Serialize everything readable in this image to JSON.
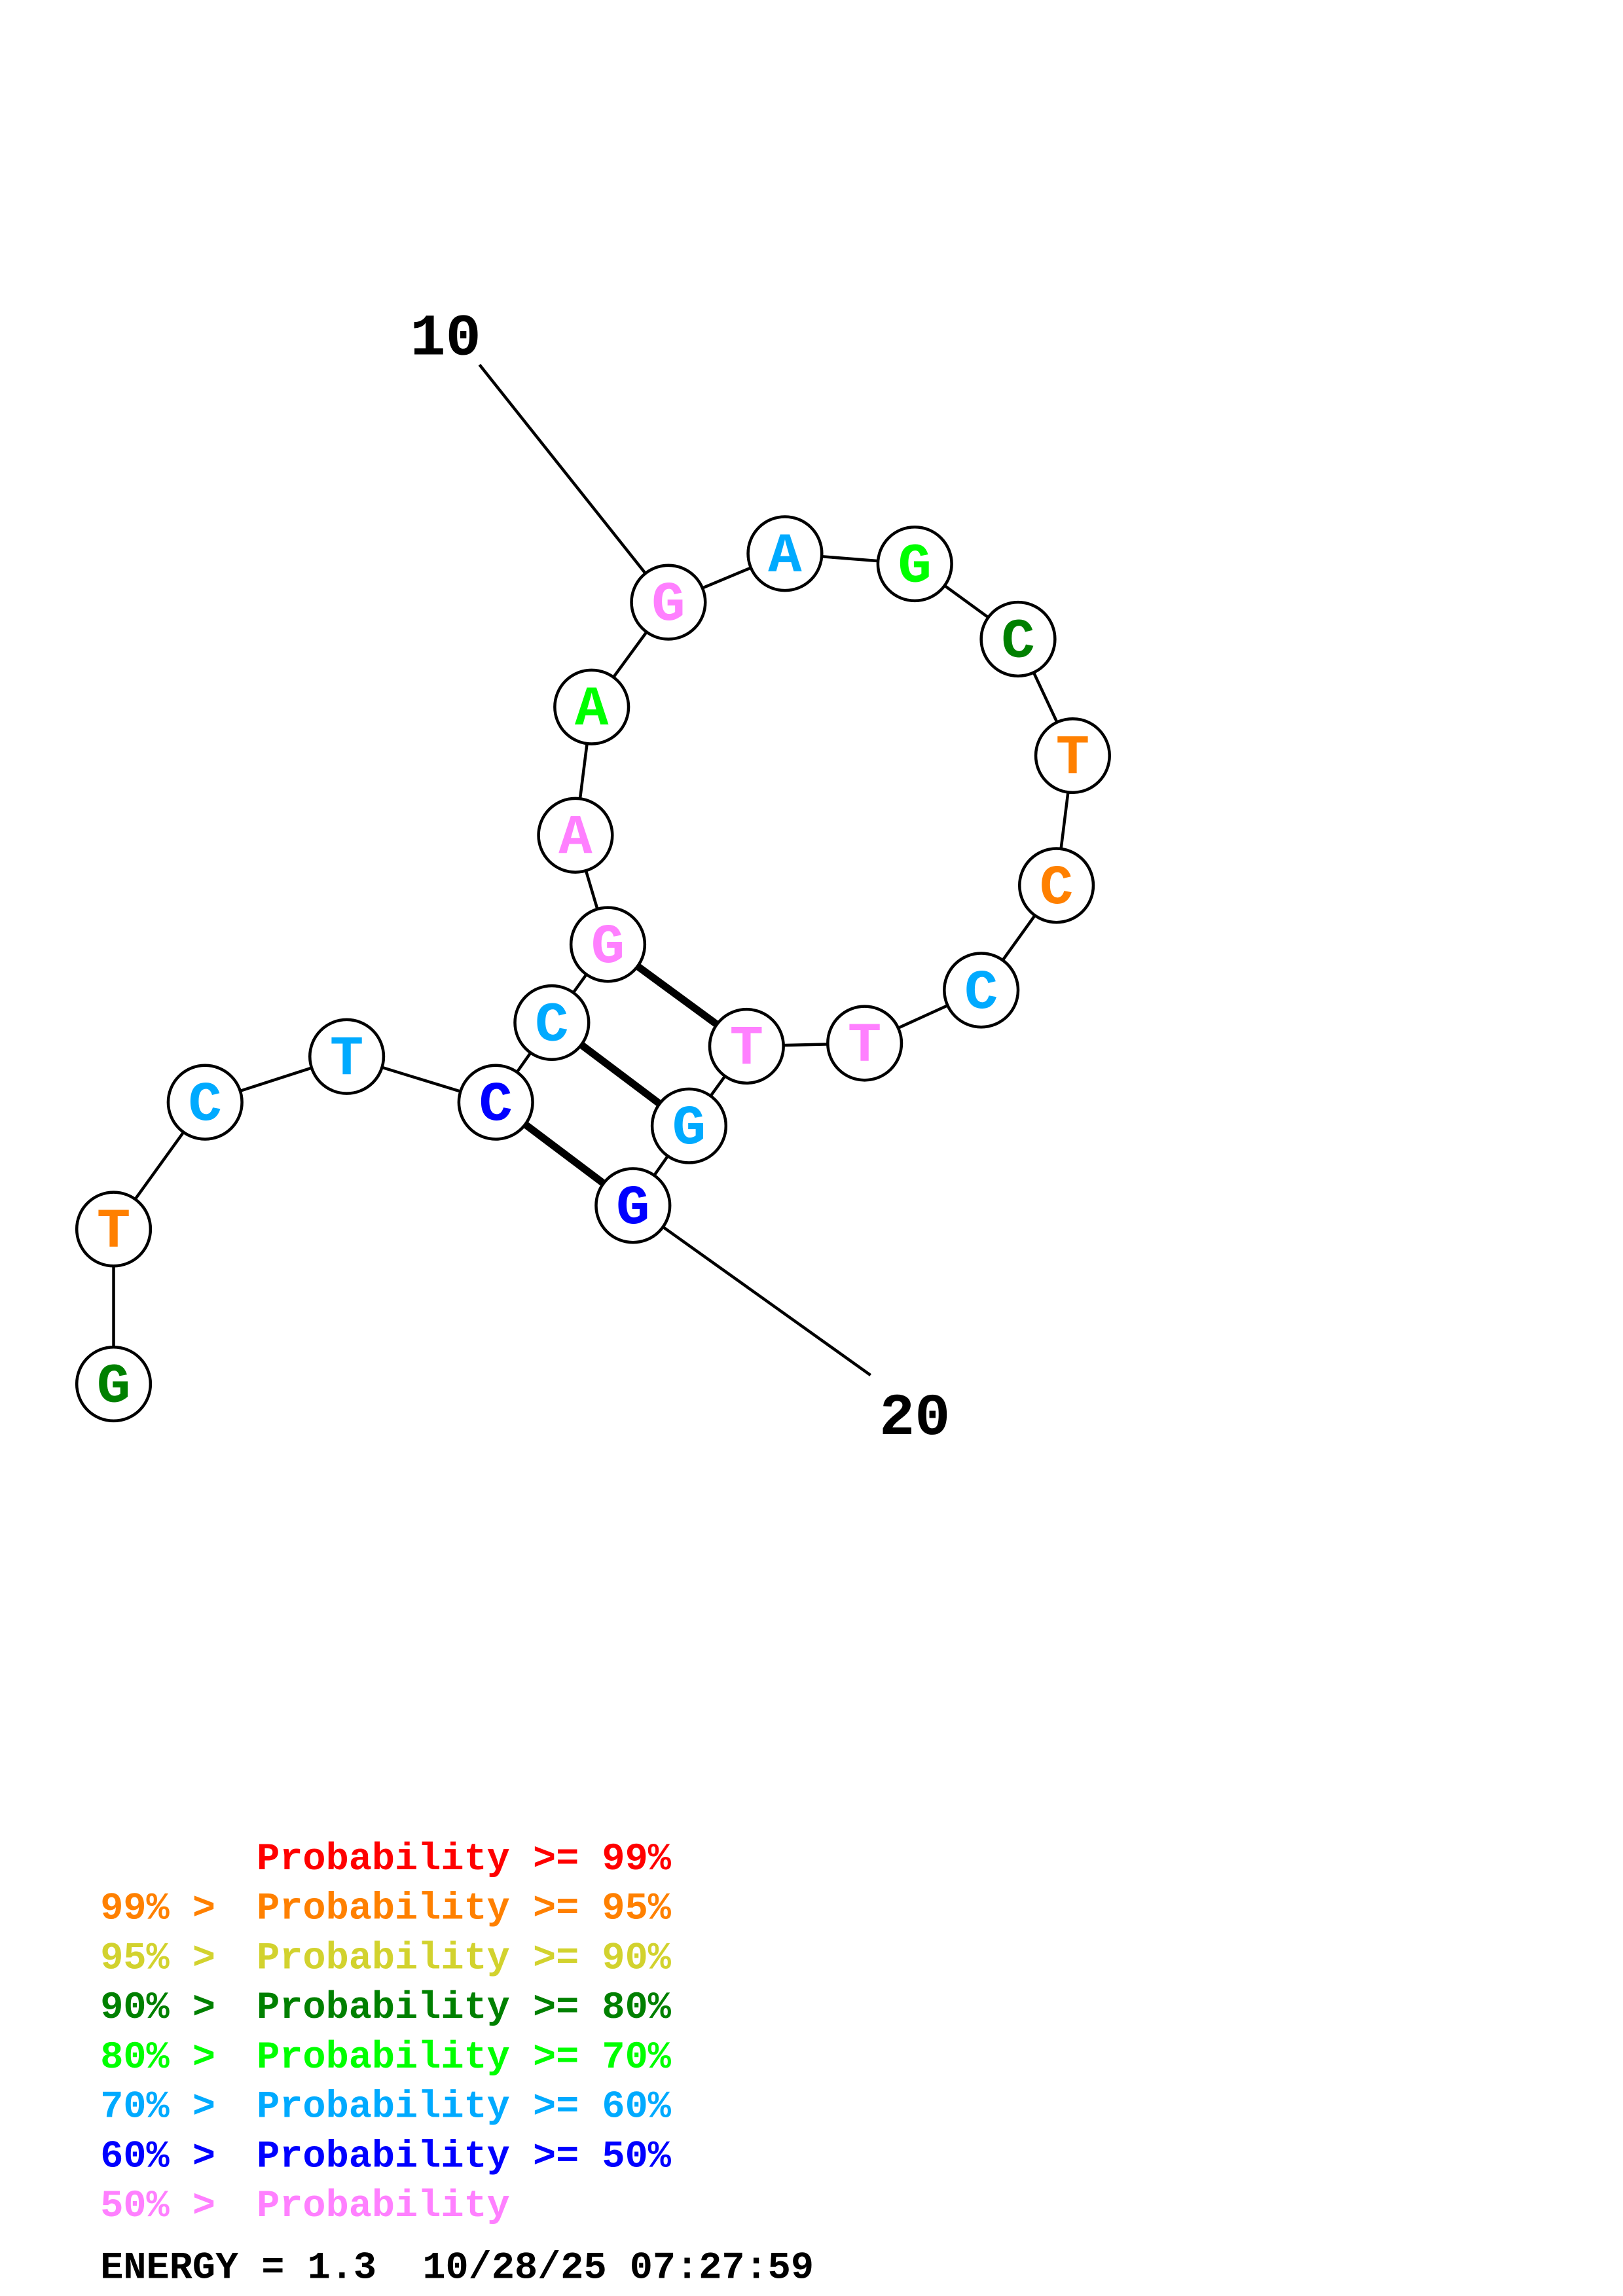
{
  "colors": {
    "p99": "#ff0000",
    "p95": "#ff8000",
    "p90": "#d2d22e",
    "p80": "#008000",
    "p70": "#00ff00",
    "p60": "#00aaff",
    "p50": "#0000ff",
    "plow": "#ff80ff"
  },
  "structure": {
    "nodes": [
      {
        "base": "G",
        "prob": "p80"
      },
      {
        "base": "T",
        "prob": "p95"
      },
      {
        "base": "C",
        "prob": "p60"
      },
      {
        "base": "T",
        "prob": "p60"
      },
      {
        "base": "C",
        "prob": "p50"
      },
      {
        "base": "C",
        "prob": "p60"
      },
      {
        "base": "G",
        "prob": "plow"
      },
      {
        "base": "A",
        "prob": "plow"
      },
      {
        "base": "A",
        "prob": "p70"
      },
      {
        "base": "G",
        "prob": "plow"
      },
      {
        "base": "A",
        "prob": "p60"
      },
      {
        "base": "G",
        "prob": "p70"
      },
      {
        "base": "C",
        "prob": "p80"
      },
      {
        "base": "T",
        "prob": "p95"
      },
      {
        "base": "C",
        "prob": "p95"
      },
      {
        "base": "C",
        "prob": "p60"
      },
      {
        "base": "T",
        "prob": "plow"
      },
      {
        "base": "T",
        "prob": "plow"
      },
      {
        "base": "G",
        "prob": "p60"
      },
      {
        "base": "G",
        "prob": "p50"
      }
    ],
    "pairs": [
      [
        5,
        20
      ],
      [
        6,
        19
      ],
      [
        7,
        18
      ]
    ],
    "position_labels": [
      {
        "index": 10,
        "text": "10"
      },
      {
        "index": 20,
        "text": "20"
      }
    ]
  },
  "legend": [
    {
      "prefix": "",
      "text": "Probability >= 99%",
      "prob": "p99"
    },
    {
      "prefix": "99% > ",
      "text": "Probability >= 95%",
      "prob": "p95"
    },
    {
      "prefix": "95% > ",
      "text": "Probability >= 90%",
      "prob": "p90"
    },
    {
      "prefix": "90% > ",
      "text": "Probability >= 80%",
      "prob": "p80"
    },
    {
      "prefix": "80% > ",
      "text": "Probability >= 70%",
      "prob": "p70"
    },
    {
      "prefix": "70% > ",
      "text": "Probability >= 60%",
      "prob": "p60"
    },
    {
      "prefix": "60% > ",
      "text": "Probability >= 50%",
      "prob": "p50"
    },
    {
      "prefix": "50% > ",
      "text": "Probability",
      "prob": "plow"
    }
  ],
  "footer": {
    "energy": "ENERGY = 1.3  10/28/25 07:27:59"
  }
}
